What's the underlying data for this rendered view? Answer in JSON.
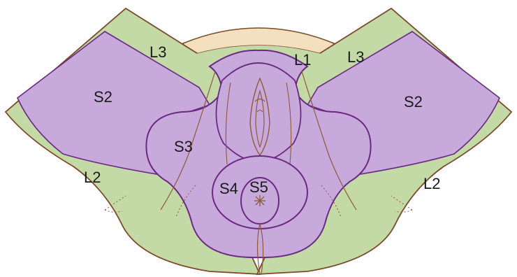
{
  "labels": {
    "l3_left": "L3",
    "l1": "L1",
    "l3_right": "L3",
    "s2_left": "S2",
    "s2_right": "S2",
    "s3": "S3",
    "l2_left": "L2",
    "l2_right": "L2",
    "s4": "S4",
    "s5": "S5"
  },
  "colors": {
    "lumbar_green": "#c3d9a6",
    "sacral_purple": "#c8a9dc",
    "l1_band": "#f4dfbe",
    "outline_brown": "#7a4a2a",
    "boundary_purple": "#6a2a82",
    "detail_line": "#8e5a3a"
  }
}
